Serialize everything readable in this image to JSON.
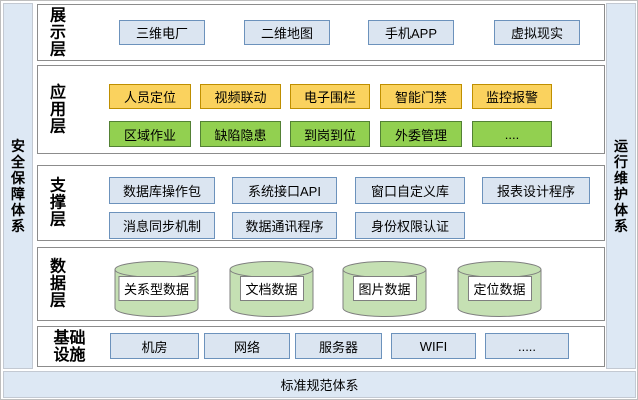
{
  "frame": {
    "left_banner": "安全保障体系",
    "right_banner": "运行维护体系",
    "bottom_banner": "标准规范体系"
  },
  "colors": {
    "banner_bg": "#dde8f4",
    "banner_border": "#c3c9d2",
    "layer_border": "#8c8c8c",
    "blue_box_bg": "#dbe5f1",
    "blue_box_border": "#6c92bc",
    "yellow_box_bg": "#fad25e",
    "yellow_box_border": "#bf8f00",
    "green_box_bg": "#92d050",
    "green_box_border": "#538135",
    "cylinder_bg": "#c5e0b3",
    "cylinder_border": "#7f7f7f",
    "text": "#000000"
  },
  "layers": [
    {
      "title": "展示层",
      "boxes": [
        "三维电厂",
        "二维地图",
        "手机APP",
        "虚拟现实"
      ]
    },
    {
      "title": "应用层",
      "rows": [
        [
          "人员定位",
          "视频联动",
          "电子围栏",
          "智能门禁",
          "监控报警"
        ],
        [
          "区域作业",
          "缺陷隐患",
          "到岗到位",
          "外委管理",
          "...."
        ]
      ]
    },
    {
      "title": "支撑层",
      "rows": [
        [
          "数据库操作包",
          "系统接口API",
          "窗口自定义库",
          "报表设计程序"
        ],
        [
          "消息同步机制",
          "数据通讯程序",
          "身份权限认证"
        ]
      ]
    },
    {
      "title": "数据层",
      "cylinders": [
        "关系型数据",
        "文档数据",
        "图片数据",
        "定位数据"
      ]
    },
    {
      "title": "基础设施",
      "boxes": [
        "机房",
        "网络",
        "服务器",
        "WIFI",
        "....."
      ]
    }
  ]
}
